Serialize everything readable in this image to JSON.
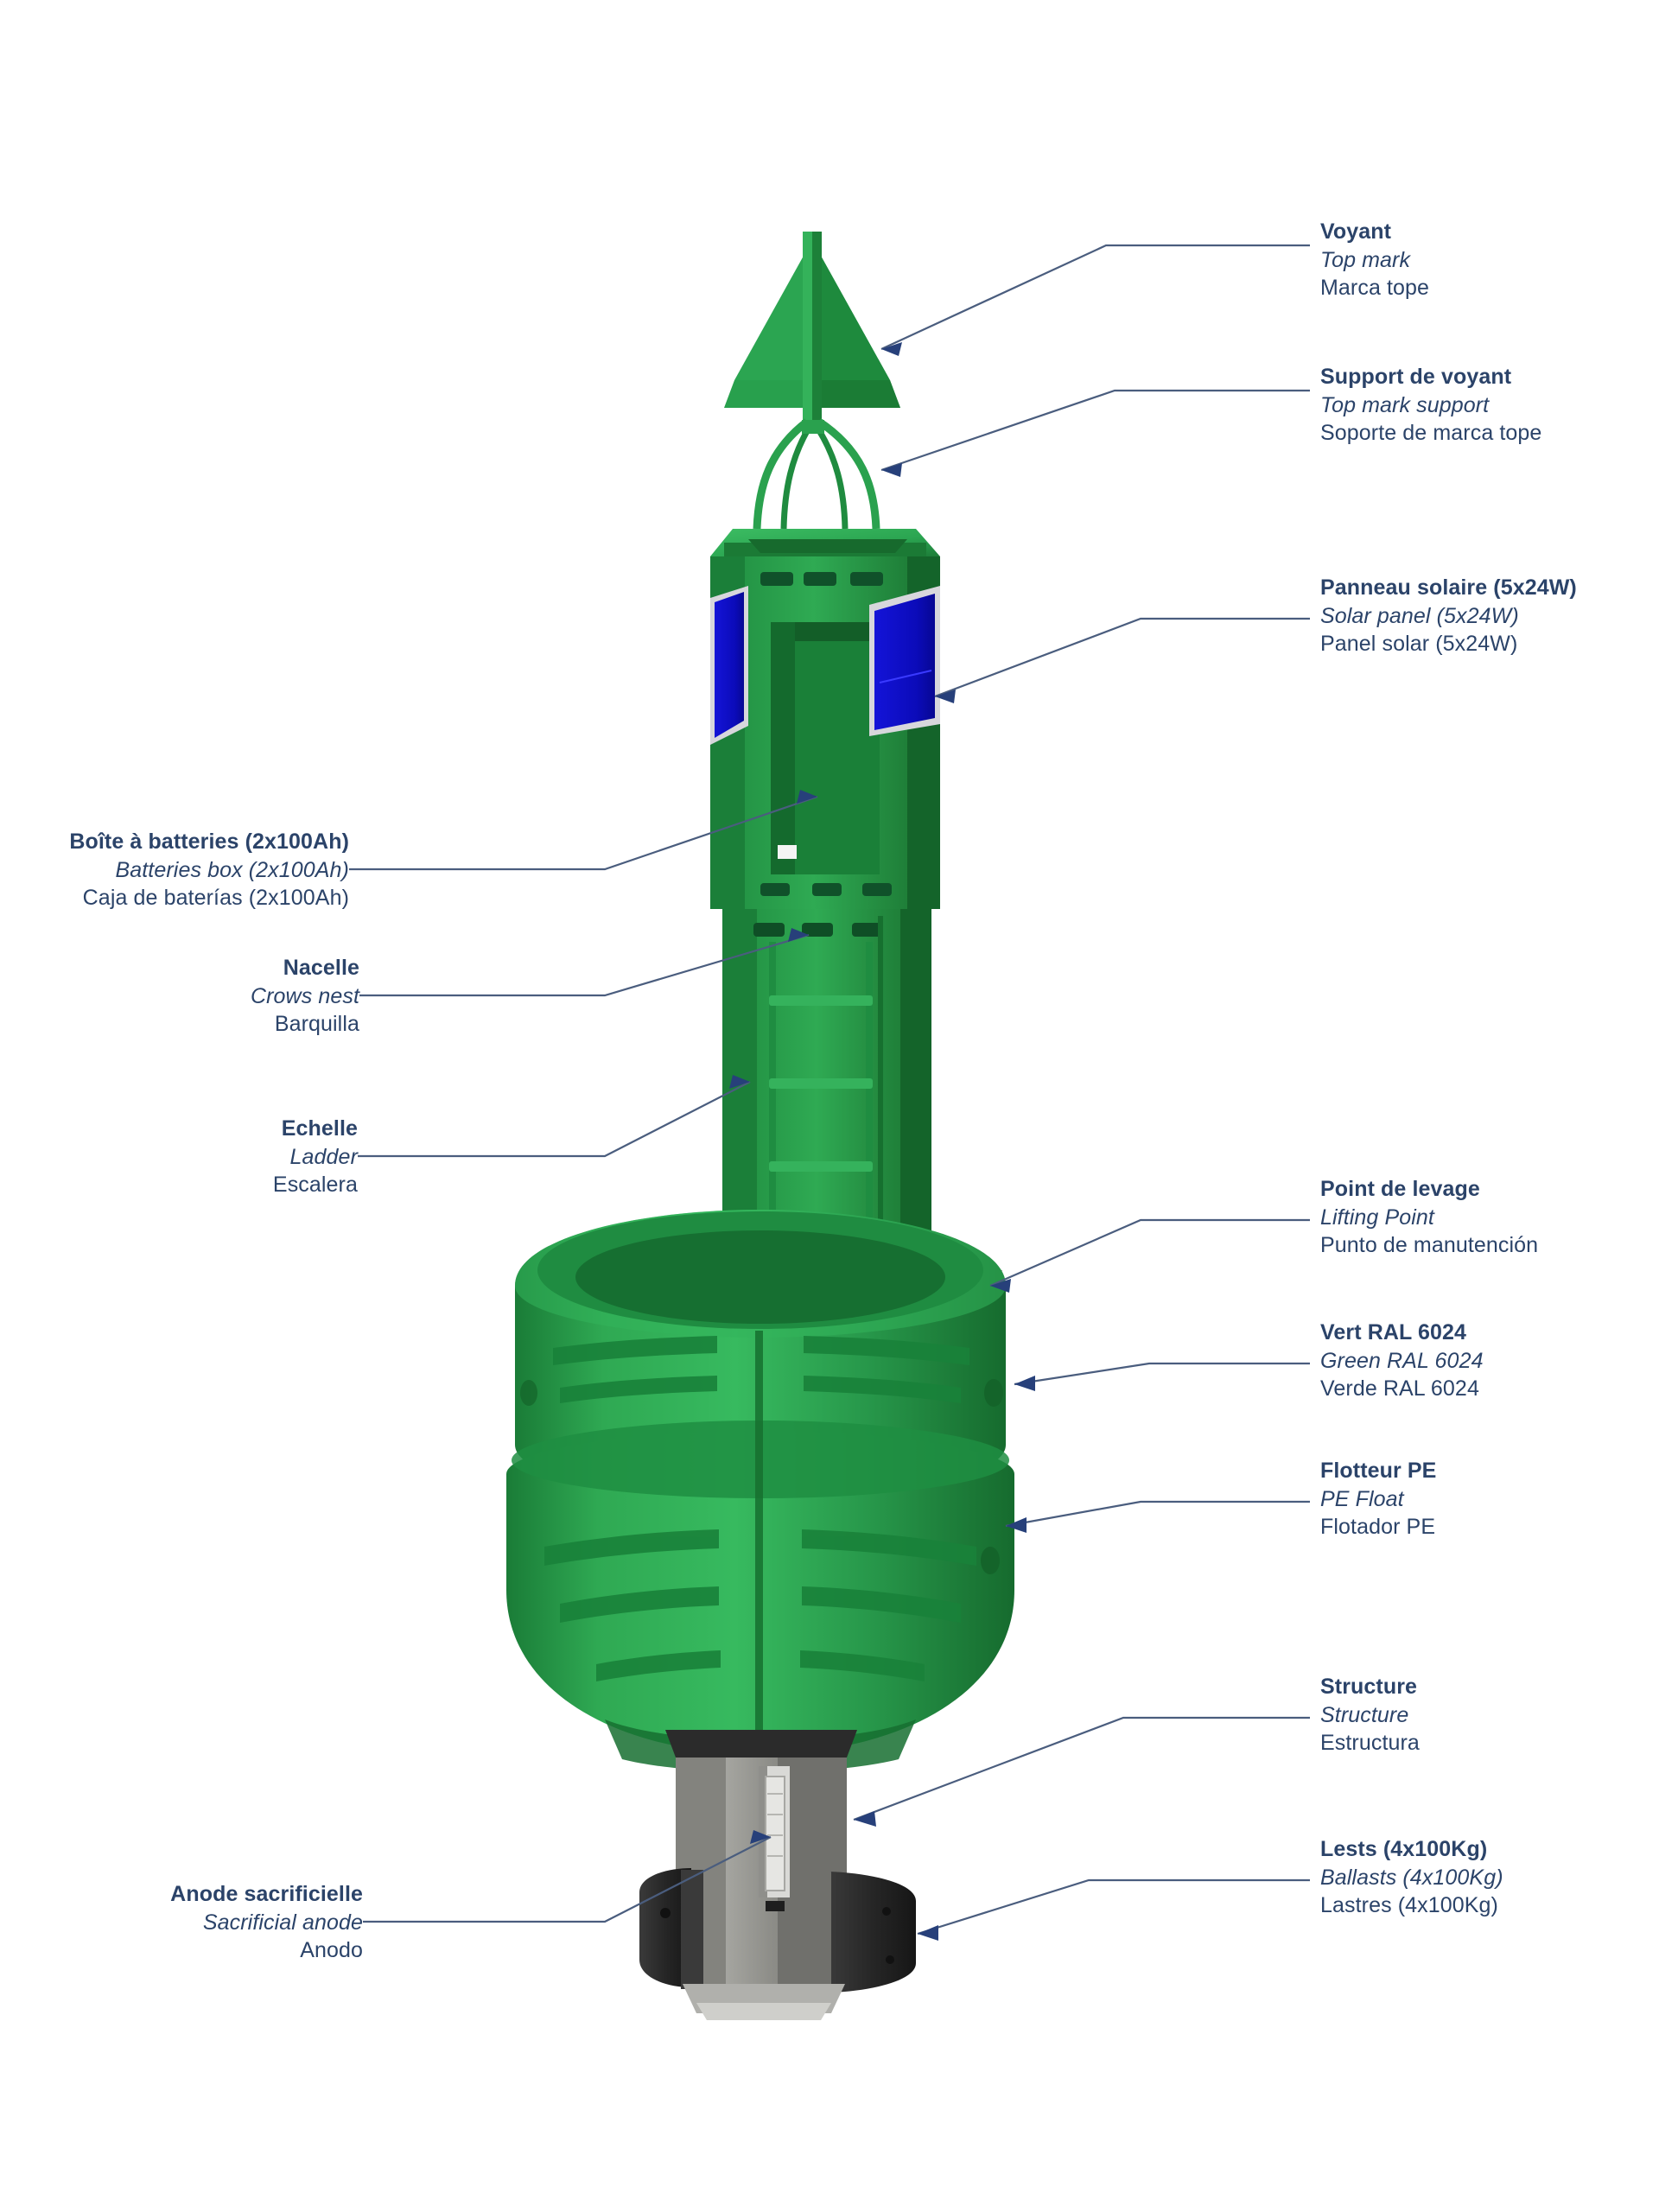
{
  "figure": {
    "subject": "navigation-buoy-technical-diagram",
    "colors": {
      "buoy_green": "#26a04b",
      "buoy_green_dark": "#1d7b39",
      "buoy_green_light": "#3cbb61",
      "solar_panel_blue": "#0c12c4",
      "galvanised_steel": "#9a9a96",
      "steel_dark": "#6f6f6c",
      "ballast_black": "#2c2c2c",
      "label_text": "#2b4369",
      "leader_line": "#4a5d7e"
    }
  },
  "callouts": [
    {
      "id": "top-mark",
      "fr": "Voyant",
      "en": "Top mark",
      "es": "Marca tope"
    },
    {
      "id": "top-mark-support",
      "fr": "Support de voyant",
      "en": "Top mark support",
      "es": "Soporte de marca tope"
    },
    {
      "id": "solar-panel",
      "fr": "Panneau solaire (5x24W)",
      "en": "Solar panel (5x24W)",
      "es": "Panel solar (5x24W)"
    },
    {
      "id": "batteries-box",
      "fr": "Boîte à batteries (2x100Ah)",
      "en": "Batteries box (2x100Ah)",
      "es": "Caja de baterías (2x100Ah)"
    },
    {
      "id": "crows-nest",
      "fr": "Nacelle",
      "en": "Crows nest",
      "es": "Barquilla"
    },
    {
      "id": "ladder",
      "fr": "Echelle",
      "en": "Ladder",
      "es": "Escalera"
    },
    {
      "id": "lifting-point",
      "fr": "Point de levage",
      "en": "Lifting Point",
      "es": "Punto de manutención"
    },
    {
      "id": "green-ral",
      "fr": "Vert RAL 6024",
      "en": "Green RAL 6024",
      "es": "Verde RAL 6024"
    },
    {
      "id": "pe-float",
      "fr": "Flotteur PE",
      "en": "PE Float",
      "es": "Flotador PE"
    },
    {
      "id": "structure",
      "fr": "Structure",
      "en": "Structure",
      "es": "Estructura"
    },
    {
      "id": "ballasts",
      "fr": "Lests (4x100Kg)",
      "en": "Ballasts (4x100Kg)",
      "es": "Lastres (4x100Kg)"
    },
    {
      "id": "sacrificial-anode",
      "fr": "Anode sacrificielle",
      "en": "Sacrificial anode",
      "es": "Anodo"
    }
  ]
}
